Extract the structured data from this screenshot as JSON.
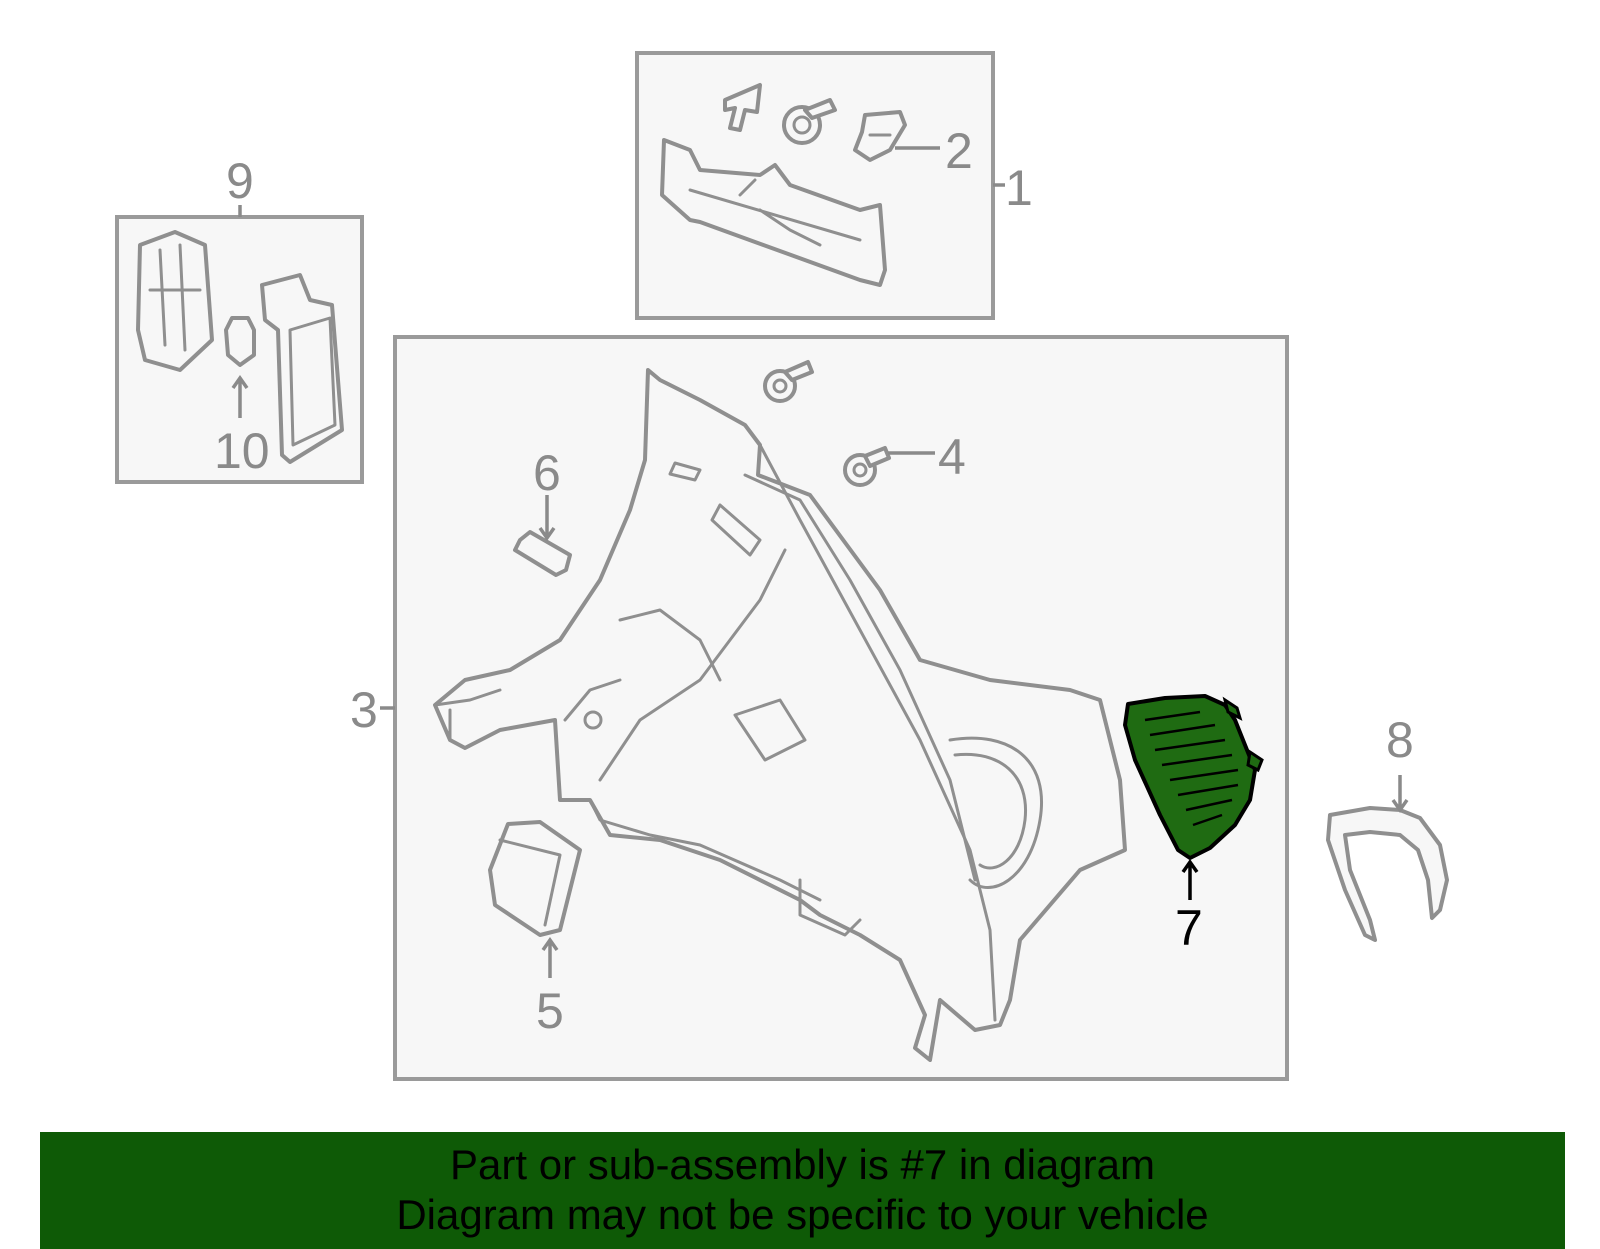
{
  "diagram": {
    "callouts": {
      "c1": "1",
      "c2": "2",
      "c3": "3",
      "c4": "4",
      "c5": "5",
      "c6": "6",
      "c7": "7",
      "c8": "8",
      "c9": "9",
      "c10": "10"
    },
    "highlighted_part": "7",
    "colors": {
      "highlight": "#1f6b12",
      "banner": "#0e5a06",
      "line_art": "#8f8f8f"
    }
  },
  "banner": {
    "line1": "Part or sub-assembly is #7 in diagram",
    "line2": "Diagram may not be specific to your vehicle"
  }
}
